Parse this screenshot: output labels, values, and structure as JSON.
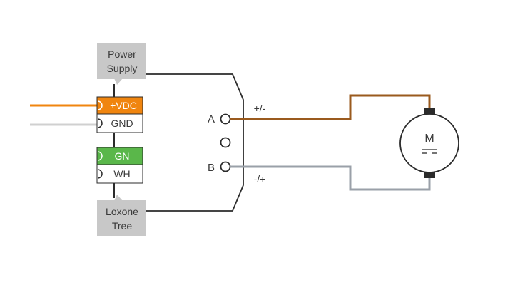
{
  "labels": {
    "power_supply_line1": "Power",
    "power_supply_line2": "Supply",
    "loxone_tree_line1": "Loxone",
    "loxone_tree_line2": "Tree",
    "terminal_vdc": "+VDC",
    "terminal_gnd": "GND",
    "terminal_gn": "GN",
    "terminal_wh": "WH",
    "pin_a": "A",
    "pin_b": "B",
    "polarity_top": "+/-",
    "polarity_bottom": "-/+",
    "motor": "M"
  },
  "colors": {
    "vdc": "#f0850f",
    "gnd_wire": "#d0d0d0",
    "gn": "#5ab74a",
    "callout": "#c8c8c8",
    "wire_a": "#9a5a1e",
    "wire_b": "#9aa0a8",
    "outline": "#2b2b2b"
  }
}
